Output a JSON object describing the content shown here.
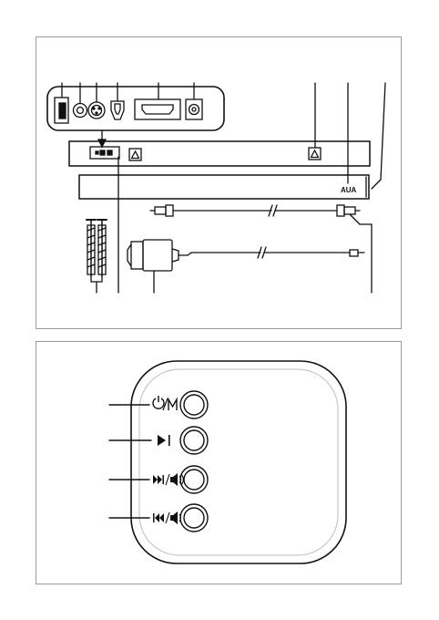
{
  "soundbar": {
    "brand_mark": "AUA"
  },
  "control_panel": {
    "buttons": [
      {
        "id": "power-mode",
        "symbol": "⏻/M"
      },
      {
        "id": "play-pause",
        "symbol": "▶‖"
      },
      {
        "id": "next-volume-up",
        "symbol": "⏭/🔊"
      },
      {
        "id": "previous-volume-down",
        "symbol": "⏮/🔉"
      }
    ]
  },
  "colors": {
    "line": "#111111",
    "frame": "#9a9a9a",
    "background": "#ffffff"
  }
}
